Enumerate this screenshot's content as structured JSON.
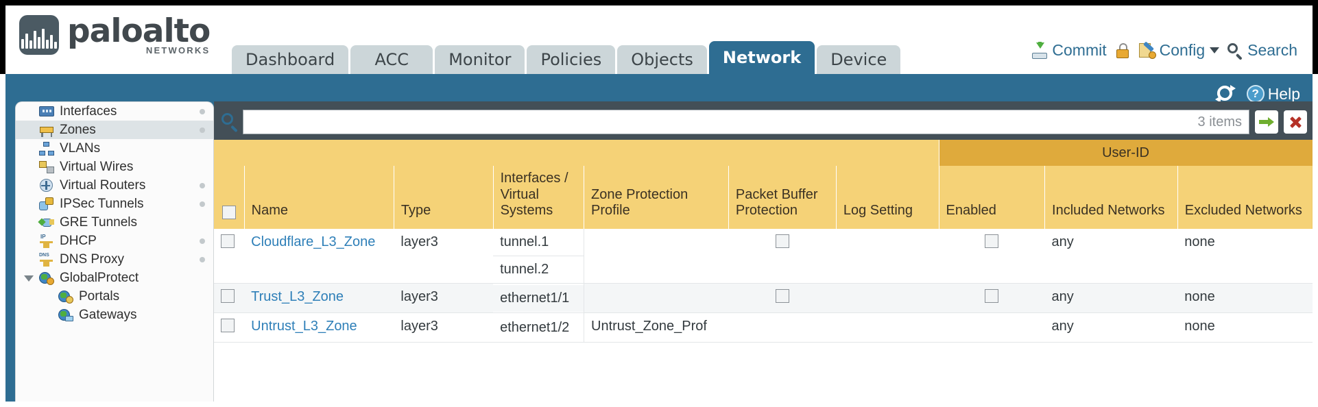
{
  "brand": {
    "name": "paloalto",
    "tagline": "NETWORKS",
    "registered": "®"
  },
  "tabs": [
    {
      "label": "Dashboard",
      "active": false
    },
    {
      "label": "ACC",
      "active": false
    },
    {
      "label": "Monitor",
      "active": false
    },
    {
      "label": "Policies",
      "active": false
    },
    {
      "label": "Objects",
      "active": false
    },
    {
      "label": "Network",
      "active": true
    },
    {
      "label": "Device",
      "active": false
    }
  ],
  "toolbar": {
    "commit_label": "Commit",
    "commit_icon": "commit-disk-icon",
    "lock_icon": "padlock-icon",
    "config_label": "Config",
    "config_icon": "config-wrench-icon",
    "config_caret": "chevron-down-icon",
    "search_label": "Search",
    "search_icon": "search-icon"
  },
  "band": {
    "refresh_icon": "refresh-icon",
    "help_label": "Help",
    "help_icon": "help-question-icon"
  },
  "sidebar": {
    "items": [
      {
        "label": "Interfaces",
        "icon": "interfaces-icon",
        "selected": false,
        "dot": true,
        "child": false,
        "arrow": false
      },
      {
        "label": "Zones",
        "icon": "zones-barrier-icon",
        "selected": true,
        "dot": true,
        "child": false,
        "arrow": false
      },
      {
        "label": "VLANs",
        "icon": "vlans-icon",
        "selected": false,
        "dot": false,
        "child": false,
        "arrow": false
      },
      {
        "label": "Virtual Wires",
        "icon": "virtual-wires-icon",
        "selected": false,
        "dot": false,
        "child": false,
        "arrow": false
      },
      {
        "label": "Virtual Routers",
        "icon": "virtual-routers-icon",
        "selected": false,
        "dot": true,
        "child": false,
        "arrow": false
      },
      {
        "label": "IPSec Tunnels",
        "icon": "ipsec-tunnels-icon",
        "selected": false,
        "dot": true,
        "child": false,
        "arrow": false
      },
      {
        "label": "GRE Tunnels",
        "icon": "gre-tunnels-icon",
        "selected": false,
        "dot": false,
        "child": false,
        "arrow": false
      },
      {
        "label": "DHCP",
        "icon": "dhcp-icon",
        "selected": false,
        "dot": true,
        "child": false,
        "arrow": false
      },
      {
        "label": "DNS Proxy",
        "icon": "dns-proxy-icon",
        "selected": false,
        "dot": true,
        "child": false,
        "arrow": false
      },
      {
        "label": "GlobalProtect",
        "icon": "globalprotect-icon",
        "selected": false,
        "dot": false,
        "child": false,
        "arrow": true
      },
      {
        "label": "Portals",
        "icon": "portals-icon",
        "selected": false,
        "dot": false,
        "child": true,
        "arrow": false
      },
      {
        "label": "Gateways",
        "icon": "gateways-icon",
        "selected": false,
        "dot": false,
        "child": true,
        "arrow": false
      }
    ]
  },
  "search": {
    "icon": "search-icon",
    "value": "",
    "item_count": "3 items",
    "apply_icon": "green-arrow-icon",
    "clear_icon": "red-x-icon"
  },
  "table": {
    "group_header": {
      "label": "User-ID",
      "span": 3
    },
    "columns": [
      "Name",
      "Type",
      "Interfaces / Virtual Systems",
      "Zone Protection Profile",
      "Packet Buffer Protection",
      "Log Setting",
      "Enabled",
      "Included Networks",
      "Excluded Networks"
    ],
    "rows": [
      {
        "name": "Cloudflare_L3_Zone",
        "type": "layer3",
        "interfaces": [
          "tunnel.1",
          "tunnel.2"
        ],
        "zone_protection_profile": "",
        "packet_buffer_protection": false,
        "log_setting": "",
        "userid_enabled": false,
        "included_networks": "any",
        "excluded_networks": "none"
      },
      {
        "name": "Trust_L3_Zone",
        "type": "layer3",
        "interfaces": [
          "ethernet1/1"
        ],
        "zone_protection_profile": "",
        "packet_buffer_protection": false,
        "log_setting": "",
        "userid_enabled": false,
        "included_networks": "any",
        "excluded_networks": "none"
      },
      {
        "name": "Untrust_L3_Zone",
        "type": "layer3",
        "interfaces": [
          "ethernet1/2"
        ],
        "zone_protection_profile": "Untrust_Zone_Prof",
        "packet_buffer_protection": false,
        "log_setting": "",
        "userid_enabled": false,
        "included_networks": "any",
        "excluded_networks": "none"
      }
    ]
  },
  "colors": {
    "brand_blue": "#2e6d92",
    "header_amber": "#f5d277",
    "group_amber": "#dfaa3c",
    "link_blue": "#2e7fb8"
  }
}
